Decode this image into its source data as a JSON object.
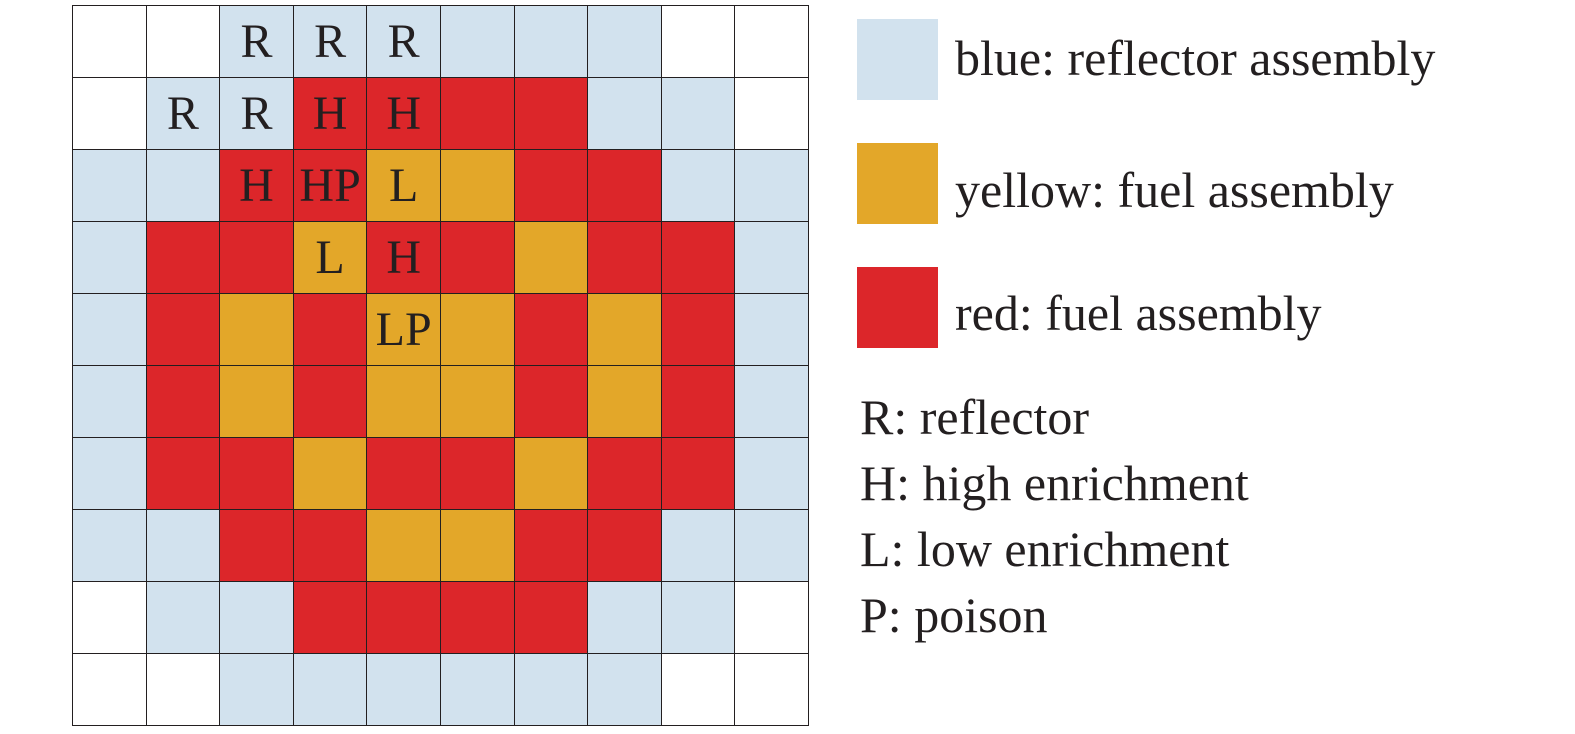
{
  "colors": {
    "B": "#d2e2ee",
    "Y": "#e3a729",
    "R": "#dc262a",
    "W": "#ffffff"
  },
  "grid": {
    "rows": [
      [
        {
          "c": "W",
          "t": ""
        },
        {
          "c": "W",
          "t": ""
        },
        {
          "c": "B",
          "t": "R"
        },
        {
          "c": "B",
          "t": "R"
        },
        {
          "c": "B",
          "t": "R"
        },
        {
          "c": "B",
          "t": ""
        },
        {
          "c": "B",
          "t": ""
        },
        {
          "c": "B",
          "t": ""
        },
        {
          "c": "W",
          "t": ""
        },
        {
          "c": "W",
          "t": ""
        }
      ],
      [
        {
          "c": "W",
          "t": ""
        },
        {
          "c": "B",
          "t": "R"
        },
        {
          "c": "B",
          "t": "R"
        },
        {
          "c": "R",
          "t": "H"
        },
        {
          "c": "R",
          "t": "H"
        },
        {
          "c": "R",
          "t": ""
        },
        {
          "c": "R",
          "t": ""
        },
        {
          "c": "B",
          "t": ""
        },
        {
          "c": "B",
          "t": ""
        },
        {
          "c": "W",
          "t": ""
        }
      ],
      [
        {
          "c": "B",
          "t": ""
        },
        {
          "c": "B",
          "t": ""
        },
        {
          "c": "R",
          "t": "H"
        },
        {
          "c": "R",
          "t": "HP"
        },
        {
          "c": "Y",
          "t": "L"
        },
        {
          "c": "Y",
          "t": ""
        },
        {
          "c": "R",
          "t": ""
        },
        {
          "c": "R",
          "t": ""
        },
        {
          "c": "B",
          "t": ""
        },
        {
          "c": "B",
          "t": ""
        }
      ],
      [
        {
          "c": "B",
          "t": ""
        },
        {
          "c": "R",
          "t": ""
        },
        {
          "c": "R",
          "t": ""
        },
        {
          "c": "Y",
          "t": "L"
        },
        {
          "c": "R",
          "t": "H"
        },
        {
          "c": "R",
          "t": ""
        },
        {
          "c": "Y",
          "t": ""
        },
        {
          "c": "R",
          "t": ""
        },
        {
          "c": "R",
          "t": ""
        },
        {
          "c": "B",
          "t": ""
        }
      ],
      [
        {
          "c": "B",
          "t": ""
        },
        {
          "c": "R",
          "t": ""
        },
        {
          "c": "Y",
          "t": ""
        },
        {
          "c": "R",
          "t": ""
        },
        {
          "c": "Y",
          "t": "LP"
        },
        {
          "c": "Y",
          "t": ""
        },
        {
          "c": "R",
          "t": ""
        },
        {
          "c": "Y",
          "t": ""
        },
        {
          "c": "R",
          "t": ""
        },
        {
          "c": "B",
          "t": ""
        }
      ],
      [
        {
          "c": "B",
          "t": ""
        },
        {
          "c": "R",
          "t": ""
        },
        {
          "c": "Y",
          "t": ""
        },
        {
          "c": "R",
          "t": ""
        },
        {
          "c": "Y",
          "t": ""
        },
        {
          "c": "Y",
          "t": ""
        },
        {
          "c": "R",
          "t": ""
        },
        {
          "c": "Y",
          "t": ""
        },
        {
          "c": "R",
          "t": ""
        },
        {
          "c": "B",
          "t": ""
        }
      ],
      [
        {
          "c": "B",
          "t": ""
        },
        {
          "c": "R",
          "t": ""
        },
        {
          "c": "R",
          "t": ""
        },
        {
          "c": "Y",
          "t": ""
        },
        {
          "c": "R",
          "t": ""
        },
        {
          "c": "R",
          "t": ""
        },
        {
          "c": "Y",
          "t": ""
        },
        {
          "c": "R",
          "t": ""
        },
        {
          "c": "R",
          "t": ""
        },
        {
          "c": "B",
          "t": ""
        }
      ],
      [
        {
          "c": "B",
          "t": ""
        },
        {
          "c": "B",
          "t": ""
        },
        {
          "c": "R",
          "t": ""
        },
        {
          "c": "R",
          "t": ""
        },
        {
          "c": "Y",
          "t": ""
        },
        {
          "c": "Y",
          "t": ""
        },
        {
          "c": "R",
          "t": ""
        },
        {
          "c": "R",
          "t": ""
        },
        {
          "c": "B",
          "t": ""
        },
        {
          "c": "B",
          "t": ""
        }
      ],
      [
        {
          "c": "W",
          "t": ""
        },
        {
          "c": "B",
          "t": ""
        },
        {
          "c": "B",
          "t": ""
        },
        {
          "c": "R",
          "t": ""
        },
        {
          "c": "R",
          "t": ""
        },
        {
          "c": "R",
          "t": ""
        },
        {
          "c": "R",
          "t": ""
        },
        {
          "c": "B",
          "t": ""
        },
        {
          "c": "B",
          "t": ""
        },
        {
          "c": "W",
          "t": ""
        }
      ],
      [
        {
          "c": "W",
          "t": ""
        },
        {
          "c": "W",
          "t": ""
        },
        {
          "c": "B",
          "t": ""
        },
        {
          "c": "B",
          "t": ""
        },
        {
          "c": "B",
          "t": ""
        },
        {
          "c": "B",
          "t": ""
        },
        {
          "c": "B",
          "t": ""
        },
        {
          "c": "B",
          "t": ""
        },
        {
          "c": "W",
          "t": ""
        },
        {
          "c": "W",
          "t": ""
        }
      ]
    ]
  },
  "legend": {
    "colors": [
      {
        "swatch": "#d2e2ee",
        "label": "blue: reflector assembly"
      },
      {
        "swatch": "#e3a729",
        "label": "yellow: fuel assembly"
      },
      {
        "swatch": "#dc262a",
        "label": "red: fuel assembly"
      }
    ],
    "abbreviations": [
      "R: reflector",
      "H: high enrichment",
      "L: low enrichment",
      "P: poison"
    ]
  }
}
